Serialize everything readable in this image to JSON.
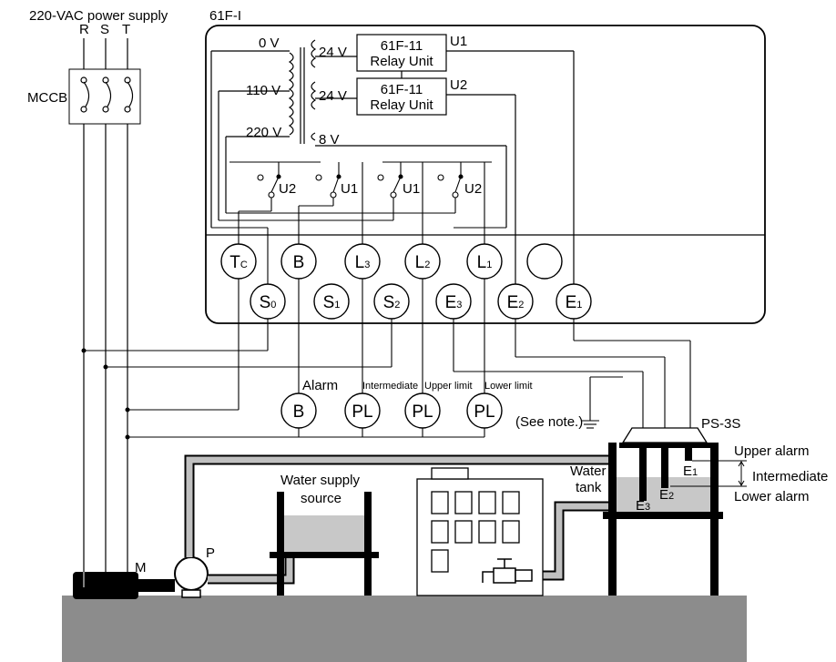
{
  "header": {
    "power_supply_label": "220-VAC power supply",
    "phase_r": "R",
    "phase_s": "S",
    "phase_t": "T",
    "controller_label": "61F-I"
  },
  "breaker": {
    "label": "MCCB"
  },
  "transformer": {
    "tap_0v": "0 V",
    "tap_110v": "110 V",
    "tap_220v": "220 V",
    "sec_24v_1": "24 V",
    "sec_24v_2": "24 V",
    "sec_8v": "8 V"
  },
  "relay_units": [
    {
      "line1": "61F-11",
      "line2": "Relay Unit",
      "output": "U1"
    },
    {
      "line1": "61F-11",
      "line2": "Relay Unit",
      "output": "U2"
    }
  ],
  "contacts": [
    "U2",
    "U1",
    "U1",
    "U2"
  ],
  "terminals_top": [
    {
      "main": "T",
      "sub": "C"
    },
    {
      "main": "B",
      "sub": ""
    },
    {
      "main": "L",
      "sub": "3"
    },
    {
      "main": "L",
      "sub": "2"
    },
    {
      "main": "L",
      "sub": "1"
    },
    {
      "main": "",
      "sub": ""
    }
  ],
  "terminals_bottom": [
    {
      "main": "S",
      "sub": "0"
    },
    {
      "main": "S",
      "sub": "1"
    },
    {
      "main": "S",
      "sub": "2"
    },
    {
      "main": "E",
      "sub": "3"
    },
    {
      "main": "E",
      "sub": "2"
    },
    {
      "main": "E",
      "sub": "1"
    }
  ],
  "indicators": [
    {
      "symbol": "B",
      "label": "Alarm"
    },
    {
      "symbol": "PL",
      "label": "Intermediate"
    },
    {
      "symbol": "PL",
      "label": "Upper limit"
    },
    {
      "symbol": "PL",
      "label": "Lower limit"
    }
  ],
  "ground_note": "(See note.)",
  "motor_label": "M",
  "pump_label": "P",
  "source_label_1": "Water supply",
  "source_label_2": "source",
  "tank": {
    "label_1": "Water",
    "label_2": "tank",
    "holder_label": "PS-3S",
    "upper_alarm": "Upper alarm",
    "intermediate": "Intermediate",
    "lower_alarm": "Lower alarm"
  },
  "electrodes": [
    {
      "main": "E",
      "sub": "1"
    },
    {
      "main": "E",
      "sub": "2"
    },
    {
      "main": "E",
      "sub": "3"
    }
  ],
  "colors": {
    "line": "#000000",
    "ground": "#8c8c8c",
    "water": "#c8c8c8",
    "pipe_fill": "#c0c0c0"
  }
}
